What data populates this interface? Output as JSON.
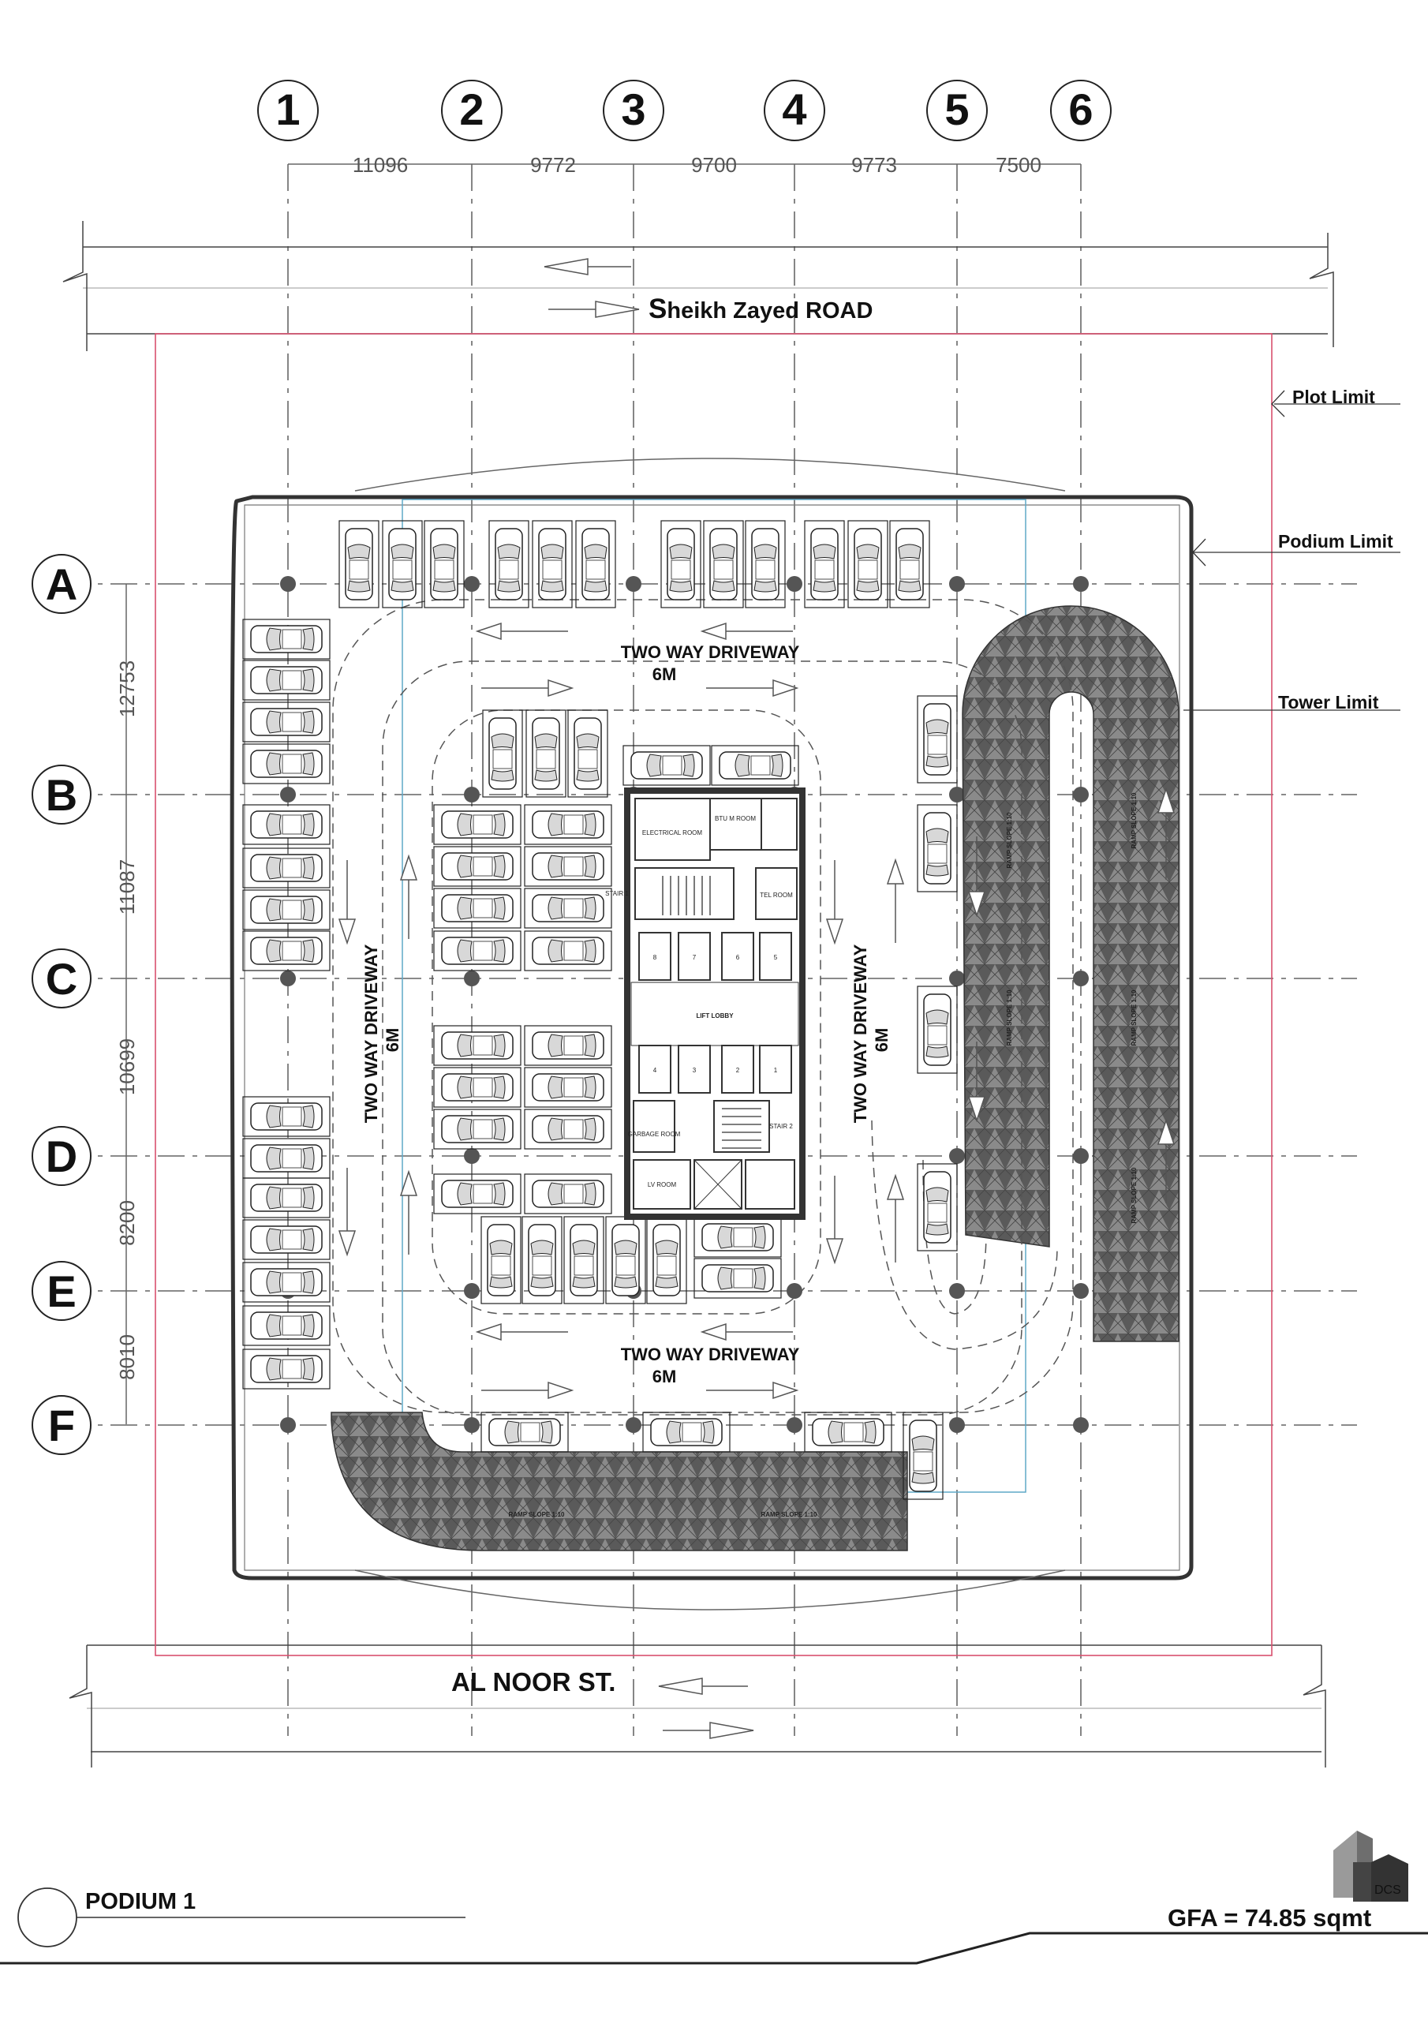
{
  "grid": {
    "columns": [
      "1",
      "2",
      "3",
      "4",
      "5",
      "6"
    ],
    "rows": [
      "A",
      "B",
      "C",
      "D",
      "E",
      "F"
    ],
    "column_spacing": [
      "11096",
      "9772",
      "9700",
      "9773",
      "7500"
    ],
    "row_spacing": [
      "12753",
      "11087",
      "10699",
      "8200",
      "8010"
    ]
  },
  "roads": {
    "north": {
      "name_initial": "S",
      "name_rest": "heikh Zayed ROAD"
    },
    "south": {
      "name": "AL NOOR ST."
    }
  },
  "limits": {
    "plot": "Plot Limit",
    "podium": "Podium Limit",
    "tower": "Tower Limit"
  },
  "driveways": {
    "label": "TWO WAY DRIVEWAY",
    "width": "6M"
  },
  "ramps": {
    "slope_label": "RAMP SLOPE 1:10",
    "vertical_label": "RAMP SLOPE 1:10"
  },
  "core": {
    "lift_lobby": "LIFT LOBBY",
    "electrical_room": "ELECTRICAL ROOM",
    "btu_room": "BTU M ROOM",
    "tel_room": "TEL ROOM",
    "garbage_room": "GARBAGE ROOM",
    "lv_room": "LV ROOM",
    "stair_1": "STAIR 1",
    "stair_2": "STAIR 2",
    "lifts_top": [
      "8",
      "7",
      "6",
      "5"
    ],
    "lifts_bottom": [
      "4",
      "3",
      "2",
      "1"
    ]
  },
  "title_block": {
    "drawing_title": "PODIUM 1",
    "gfa": "GFA = 74.85 sqmt",
    "logo_text": "DCS"
  },
  "colors": {
    "plot_limit_line": "#d9506e",
    "tower_limit_line": "#5fa8c7",
    "ramp_fill": "#6c6c6c",
    "core_wall": "#333333"
  }
}
